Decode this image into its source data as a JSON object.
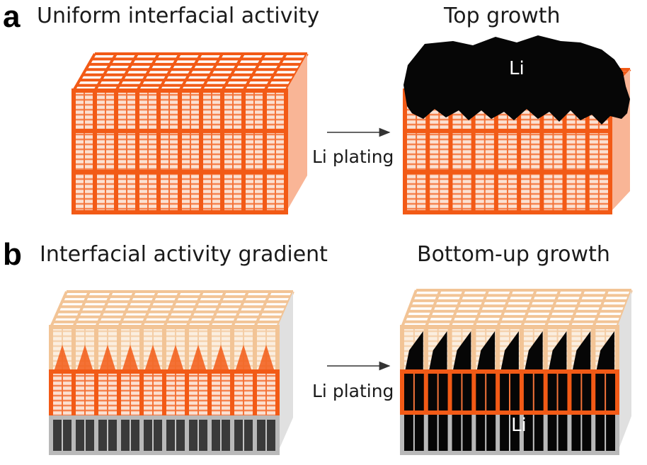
{
  "panel_a": {
    "letter": "a",
    "left_title": "Uniform interfacial activity",
    "right_title": "Top growth",
    "arrow_label": "Li plating",
    "li_label": "Li"
  },
  "panel_b": {
    "letter": "b",
    "left_title": "Interfacial activity gradient",
    "right_title": "Bottom-up growth",
    "arrow_label": "Li plating",
    "li_label": "Li"
  },
  "colors": {
    "orange": "#f25a16",
    "orange_dark": "#c4400d",
    "tan": "#f2c496",
    "grey": "#b9b9b9",
    "lithium": "#060606"
  }
}
